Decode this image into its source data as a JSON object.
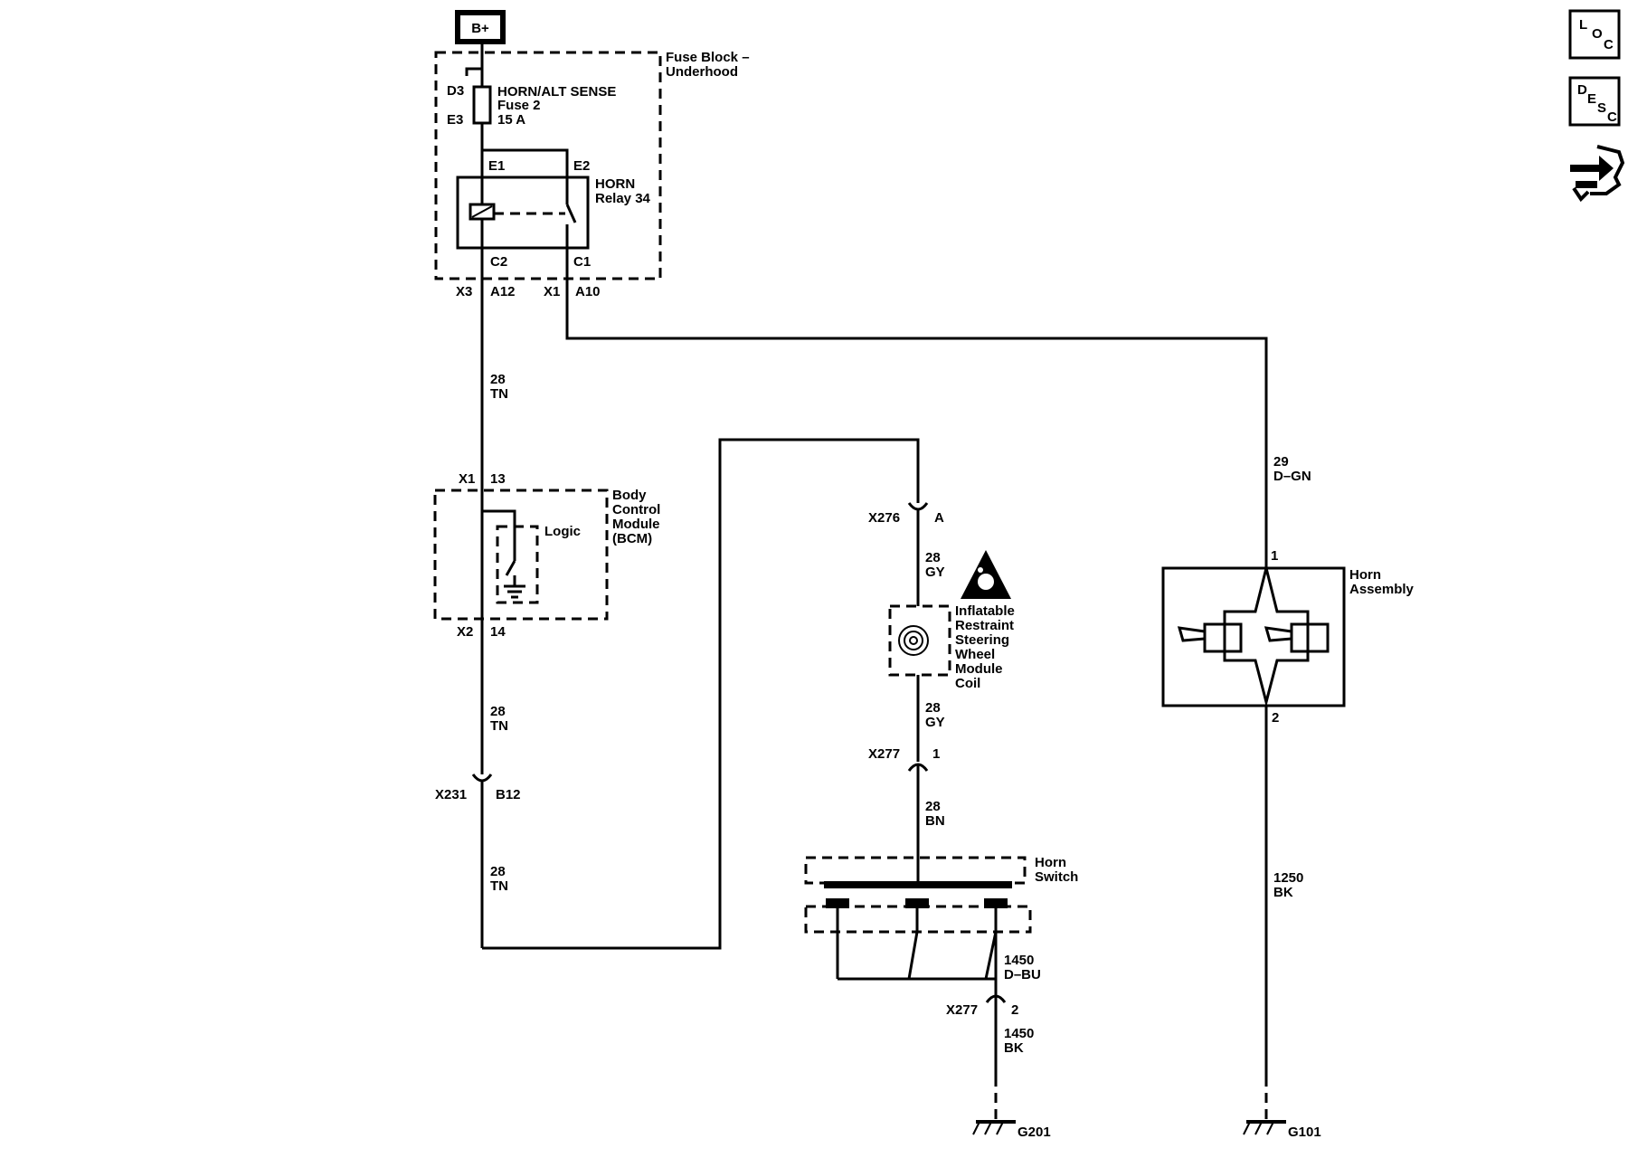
{
  "power": {
    "label": "B+"
  },
  "fuse_block": {
    "title_1": "Fuse Block –",
    "title_2": "Underhood",
    "pin_d3": "D3",
    "pin_e3": "E3",
    "fuse_name": "HORN/ALT SENSE",
    "fuse_num": "Fuse 2",
    "fuse_rating": "15 A",
    "pin_e1": "E1",
    "pin_e2": "E2",
    "pin_c2": "C2",
    "pin_c1": "C1",
    "relay_name": "HORN",
    "relay_num": "Relay 34",
    "conn_x3": "X3",
    "conn_a12": "A12",
    "conn_x1": "X1",
    "conn_a10": "A10"
  },
  "bcm": {
    "title_1": "Body",
    "title_2": "Control",
    "title_3": "Module",
    "title_4": "(BCM)",
    "logic": "Logic",
    "top_conn": "X1",
    "top_pin": "13",
    "bot_conn": "X2",
    "bot_pin": "14"
  },
  "wires": {
    "w1_circuit": "28",
    "w1_color": "TN",
    "w2_circuit": "28",
    "w2_color": "TN",
    "w3_circuit": "28",
    "w3_color": "TN",
    "w4_circuit": "28",
    "w4_color": "GY",
    "w5_circuit": "28",
    "w5_color": "GY",
    "w6_circuit": "28",
    "w6_color": "BN",
    "w7_circuit": "1450",
    "w7_color": "D–BU",
    "w8_circuit": "1450",
    "w8_color": "BK",
    "w9_circuit": "29",
    "w9_color": "D–GN",
    "w10_circuit": "1250",
    "w10_color": "BK"
  },
  "connectors": {
    "x231": "X231",
    "x231_pin": "B12",
    "x276": "X276",
    "x276_pin": "A",
    "x277a": "X277",
    "x277a_pin": "1",
    "x277b": "X277",
    "x277b_pin": "2"
  },
  "airbag_coil": {
    "line_1": "Inflatable",
    "line_2": "Restraint",
    "line_3": "Steering",
    "line_4": "Wheel",
    "line_5": "Module",
    "line_6": "Coil"
  },
  "horn_switch": {
    "line_1": "Horn",
    "line_2": "Switch"
  },
  "horn_assembly": {
    "line_1": "Horn",
    "line_2": "Assembly",
    "pin_1": "1",
    "pin_2": "2"
  },
  "grounds": {
    "g201": "G201",
    "g101": "G101"
  },
  "nav": {
    "loc_l": "L",
    "loc_o": "O",
    "loc_c": "C",
    "desc_d": "D",
    "desc_e": "E",
    "desc_s": "S",
    "desc_c": "C"
  }
}
